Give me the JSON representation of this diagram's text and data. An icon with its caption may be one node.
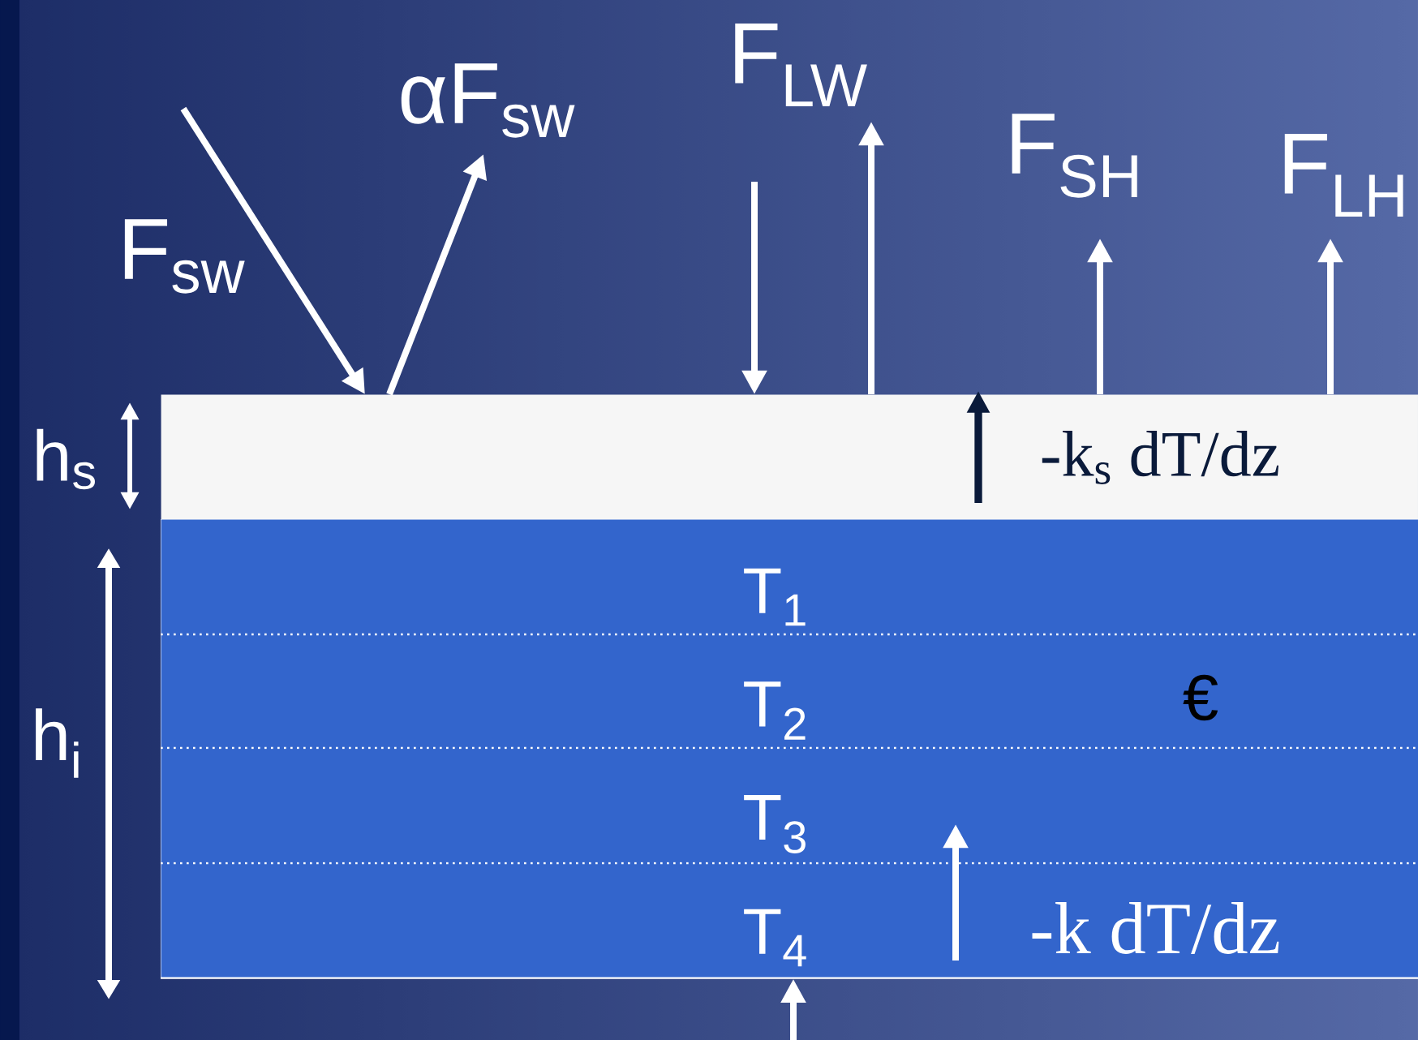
{
  "diagram": {
    "nodes": [
      {
        "text": [
          "-k$_{s}$ dT/dz"
        ]
      },
      {
        "text": [],
        "shape": "box"
      },
      {
        "text": [
          "T$_{1}$"
        ],
        "in": 1
      },
      {
        "text": [
          "T$_{2}$",
          "€"
        ],
        "in": 1
      },
      {
        "text": [
          "T$_{3}$"
        ],
        "in": 1
      },
      {
        "text": [
          "T$_{4}$",
          "-k dT/dz"
        ],
        "in": 1
      }
    ],
    "edges": [
      {
        "from": null,
        "to": 0,
        "arrow": "to",
        "label": "F$_{sw}$"
      },
      {
        "from": 0,
        "to": null,
        "arrow": "to",
        "label": "αF$_{sw}$"
      },
      {
        "from": null,
        "to": 0,
        "arrow": "to"
      },
      {
        "from": 0,
        "to": null,
        "arrow": "to",
        "label": "F$_{LW}$"
      },
      {
        "from": 0,
        "to": null,
        "arrow": "to",
        "label": "F$_{SH}$"
      },
      {
        "from": 0,
        "to": null,
        "arrow": "to",
        "label": "F$_{LH}$"
      },
      {
        "from": null,
        "to": 1,
        "arrow": "to"
      },
      {
        "from": 5,
        "to": 4,
        "arrow": "to"
      }
    ],
    "labels": [
      "h$_{s}$",
      "h$_{i}$"
    ]
  }
}
